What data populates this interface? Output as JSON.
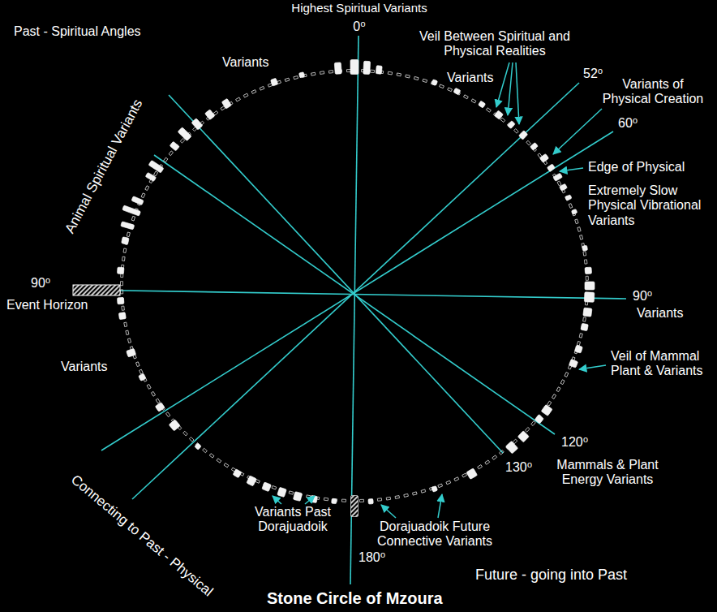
{
  "diagram": {
    "title": "Stone Circle of Mzoura",
    "labels": [
      "Highest Spiritual Variants",
      "0⁰",
      "Past - Spiritual Angles",
      "Variants",
      "Veil Between Spiritual and Physical Realities",
      "Variants",
      "52⁰",
      "Variants of Physical Creation",
      "60⁰",
      "Edge of Physical",
      "Extremely Slow Physical Vibrational Variants",
      "Animal Spiritual Variants",
      "90⁰",
      "Event Horizon",
      "90⁰",
      "Variants",
      "Veil of Mammal Plant & Variants",
      "Variants",
      "120⁰",
      "130⁰",
      "Mammals & Plant Energy Variants",
      "Connecting to Past - Physical",
      "Variants Past Dorajuadoik",
      "Dorajuadoik Future Connective Variants",
      "180⁰",
      "Future - going into Past"
    ]
  }
}
